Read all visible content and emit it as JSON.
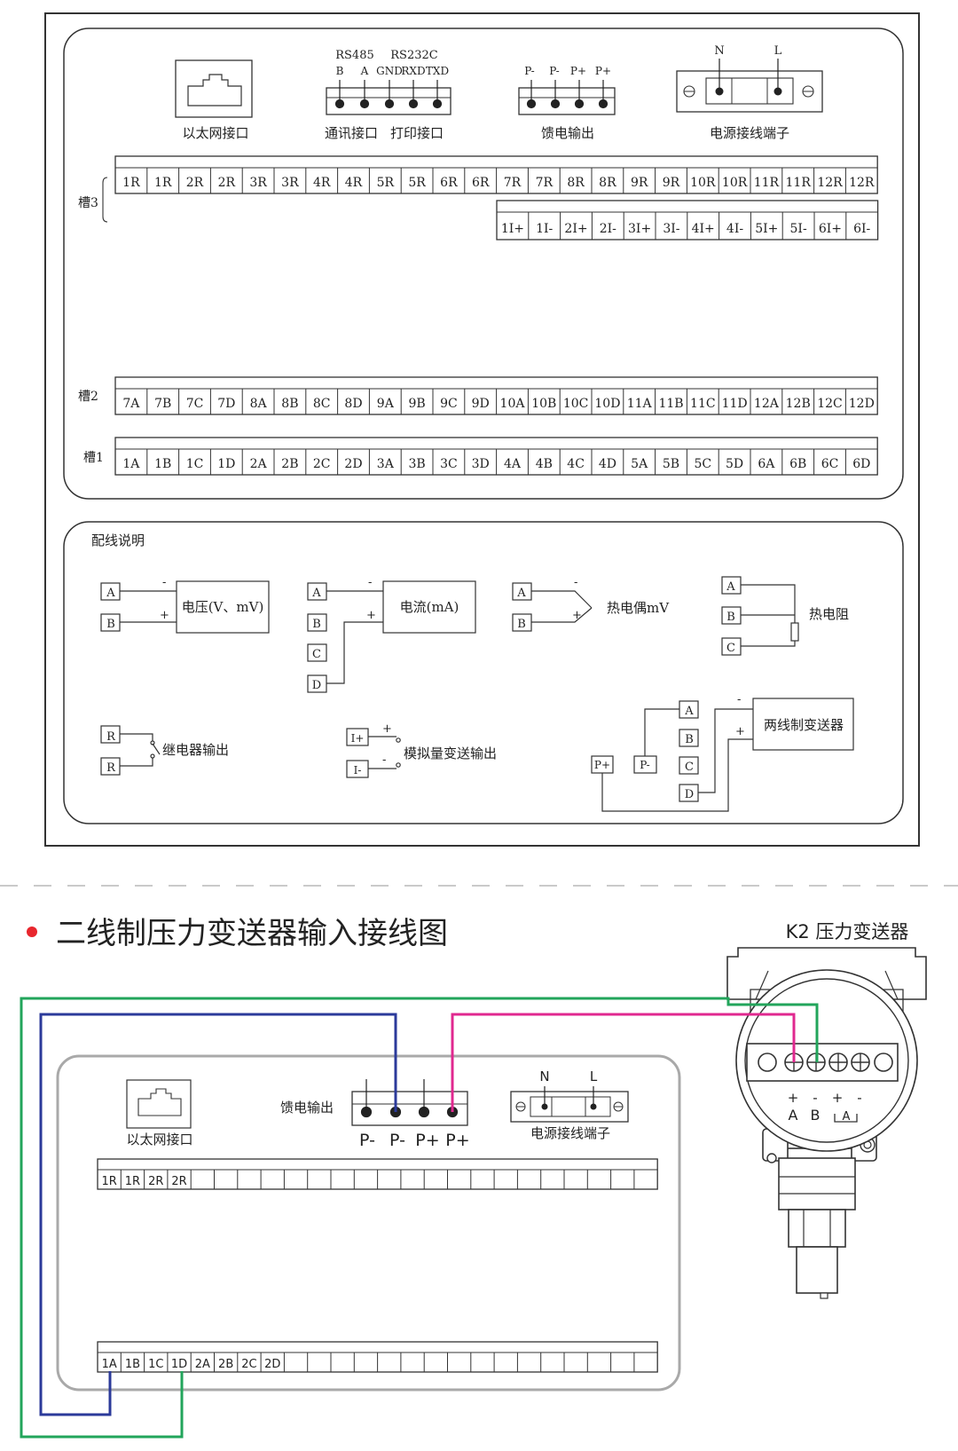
{
  "panel_top": {
    "ethernet_label": "以太网接口",
    "comm": {
      "title_rs485": "RS485",
      "title_rs232": "RS232C",
      "pins": [
        "B",
        "A",
        "GND",
        "RXD",
        "TXD"
      ],
      "label_comm": "通讯接口",
      "label_print": "打印接口"
    },
    "feed": {
      "pins": [
        "P-",
        "P-",
        "P+",
        "P+"
      ],
      "label": "馈电输出"
    },
    "power": {
      "pins": [
        "N",
        "L"
      ],
      "label": "电源接线端子"
    },
    "slot3_label": "槽3",
    "slot3_row1": [
      "1R",
      "1R",
      "2R",
      "2R",
      "3R",
      "3R",
      "4R",
      "4R",
      "5R",
      "5R",
      "6R",
      "6R",
      "7R",
      "7R",
      "8R",
      "8R",
      "9R",
      "9R",
      "10R",
      "10R",
      "11R",
      "11R",
      "12R",
      "12R"
    ],
    "slot3_row2": [
      "1I+",
      "1I-",
      "2I+",
      "2I-",
      "3I+",
      "3I-",
      "4I+",
      "4I-",
      "5I+",
      "5I-",
      "6I+",
      "6I-"
    ],
    "slot2_label": "槽2",
    "slot2_row": [
      "7A",
      "7B",
      "7C",
      "7D",
      "8A",
      "8B",
      "8C",
      "8D",
      "9A",
      "9B",
      "9C",
      "9D",
      "10A",
      "10B",
      "10C",
      "10D",
      "11A",
      "11B",
      "11C",
      "11D",
      "12A",
      "12B",
      "12C",
      "12D"
    ],
    "slot1_label": "槽1",
    "slot1_row": [
      "1A",
      "1B",
      "1C",
      "1D",
      "2A",
      "2B",
      "2C",
      "2D",
      "3A",
      "3B",
      "3C",
      "3D",
      "4A",
      "4B",
      "4C",
      "4D",
      "5A",
      "5B",
      "5C",
      "5D",
      "6A",
      "6B",
      "6C",
      "6D"
    ]
  },
  "wiring": {
    "title": "配线说明",
    "minus": "-",
    "plus": "+",
    "voltage": {
      "terms": [
        "A",
        "B"
      ],
      "label": "电压(V、mV)"
    },
    "current": {
      "terms": [
        "A",
        "B",
        "C",
        "D"
      ],
      "label": "电流(mA)"
    },
    "thermocouple": {
      "terms": [
        "A",
        "B"
      ],
      "label": "热电偶mV"
    },
    "rtd": {
      "terms": [
        "A",
        "B",
        "C"
      ],
      "label": "热电阻"
    },
    "relay": {
      "terms": [
        "R",
        "R"
      ],
      "label": "继电器输出"
    },
    "analog": {
      "terms": [
        "I+",
        "I-"
      ],
      "label": "模拟量变送输出"
    },
    "two_wire": {
      "terms": [
        "A",
        "B",
        "C",
        "D"
      ],
      "p_plus": "P+",
      "p_minus": "P-",
      "label": "两线制变送器"
    }
  },
  "section2": {
    "bullet_color": "#e8262d",
    "title": "二线制压力变送器输入接线图",
    "device_label": "K2 压力变送器",
    "ethernet_label": "以太网接口",
    "feed_label": "馈电输出",
    "feed_pins": [
      "P-",
      "P-",
      "P+",
      "P+"
    ],
    "power_label": "电源接线端子",
    "power_pins": [
      "N",
      "L"
    ],
    "top_row": [
      "1R",
      "1R",
      "2R",
      "2R"
    ],
    "bottom_row": [
      "1A",
      "1B",
      "1C",
      "1D",
      "2A",
      "2B",
      "2C",
      "2D"
    ],
    "device_terminals": [
      "A",
      "B"
    ],
    "device_signs": [
      "+",
      "-",
      "+",
      "-"
    ],
    "device_meter": "A",
    "wire_colors": {
      "green": "#22a55b",
      "blue": "#2b3a9a",
      "magenta": "#e0288f"
    }
  }
}
